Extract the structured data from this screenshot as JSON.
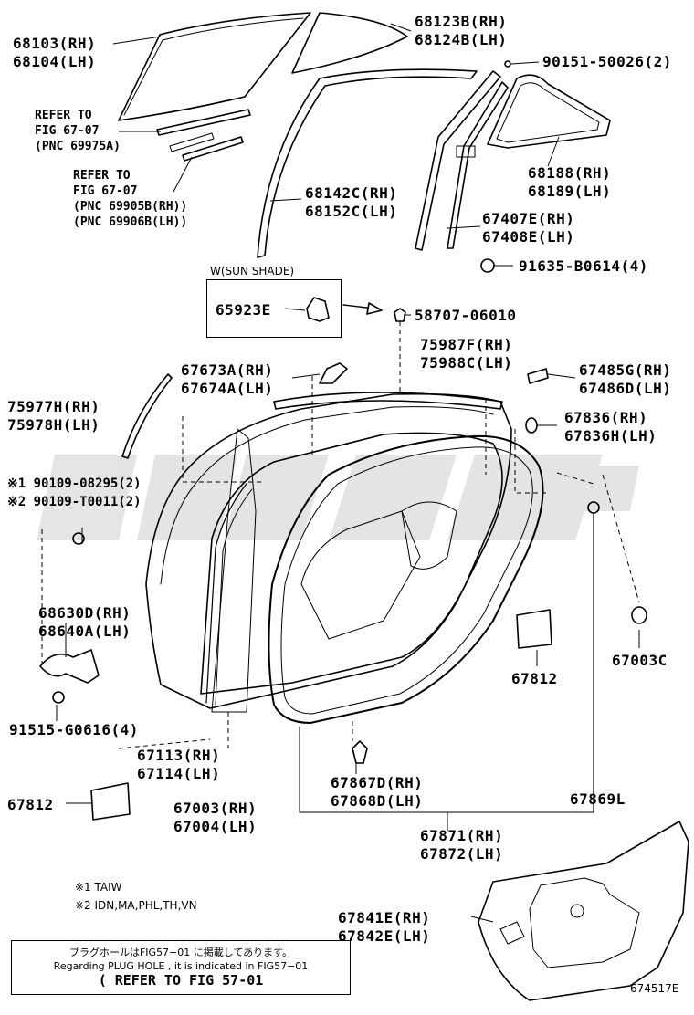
{
  "figure_id": "674517E",
  "watermark": "WSG",
  "labels": {
    "p68103": [
      "68103(RH)",
      "68104(LH)"
    ],
    "p68123": [
      "68123B(RH)",
      "68124B(LH)"
    ],
    "p90151": [
      "90151-50026(2)"
    ],
    "ref1": [
      "REFER TO",
      "FIG 67-07",
      "(PNC 69975A)"
    ],
    "ref2": [
      "REFER TO",
      "FIG 67-07",
      "(PNC 69905B(RH))",
      "(PNC 69906B(LH))"
    ],
    "p68188": [
      "68188(RH)",
      "68189(LH)"
    ],
    "p68142": [
      "68142C(RH)",
      "68152C(LH)"
    ],
    "p67407": [
      "67407E(RH)",
      "67408E(LH)"
    ],
    "p91635": [
      "91635-B0614(4)"
    ],
    "sunshade_title": "W(SUN SHADE)",
    "p65923": [
      "65923E"
    ],
    "p58707": [
      "58707-06010"
    ],
    "p75987": [
      "75987F(RH)",
      "75988C(LH)"
    ],
    "p67673": [
      "67673A(RH)",
      "67674A(LH)"
    ],
    "p67485": [
      "67485G(RH)",
      "67486D(LH)"
    ],
    "p75977": [
      "75977H(RH)",
      "75978H(LH)"
    ],
    "p67836": [
      "67836(RH)",
      "67836H(LH)"
    ],
    "p90109": [
      "※1 90109-08295(2)",
      "※2 90109-T0011(2)"
    ],
    "p68630": [
      "68630D(RH)",
      "68640A(LH)"
    ],
    "p67003c": [
      "67003C"
    ],
    "p67812a": [
      "67812"
    ],
    "p91515": [
      "91515-G0616(4)"
    ],
    "p67113": [
      "67113(RH)",
      "67114(LH)"
    ],
    "p67867": [
      "67867D(RH)",
      "67868D(LH)"
    ],
    "p67869": [
      "67869L"
    ],
    "p67812b": [
      "67812"
    ],
    "p67003": [
      "67003(RH)",
      "67004(LH)"
    ],
    "p67871": [
      "67871(RH)",
      "67872(LH)"
    ],
    "p67841": [
      "67841E(RH)",
      "67842E(LH)"
    ],
    "footnote": [
      "※1 TAIW",
      "※2 IDN,MA,PHL,TH,VN"
    ],
    "plug": {
      "jp": "プラグホールはFIG57−01 に掲載してあります。",
      "en": "Regarding PLUG HOLE , it is indicated in FIG57−01",
      "ref": "( REFER TO FIG 57-01"
    }
  }
}
